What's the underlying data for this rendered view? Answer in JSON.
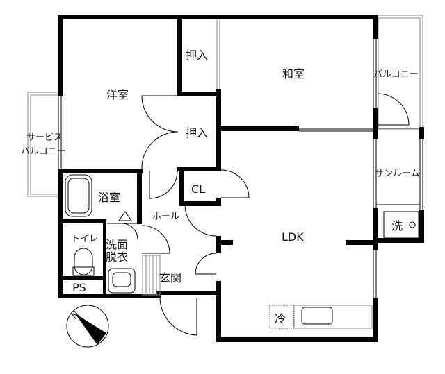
{
  "rooms": {
    "western_room": "洋室",
    "closet_upper": "押入",
    "closet_lower": "押入",
    "japanese_room": "和室",
    "balcony": "バルコニー",
    "service_balcony_line1": "サービス",
    "service_balcony_line2": "バルコニー",
    "sunroom": "サンルーム",
    "washer": "洗",
    "bathroom": "浴室",
    "closet_cl": "CL",
    "hall": "ホール",
    "ldk": "LDK",
    "toilet": "トイレ",
    "washroom_line1": "洗面",
    "washroom_line2": "脱衣",
    "pipe_space": "PS",
    "entrance": "玄関",
    "refrigerator": "冷"
  },
  "compass": {
    "north_label": "N"
  },
  "colors": {
    "wall": "#000000",
    "line": "#000000"
  }
}
